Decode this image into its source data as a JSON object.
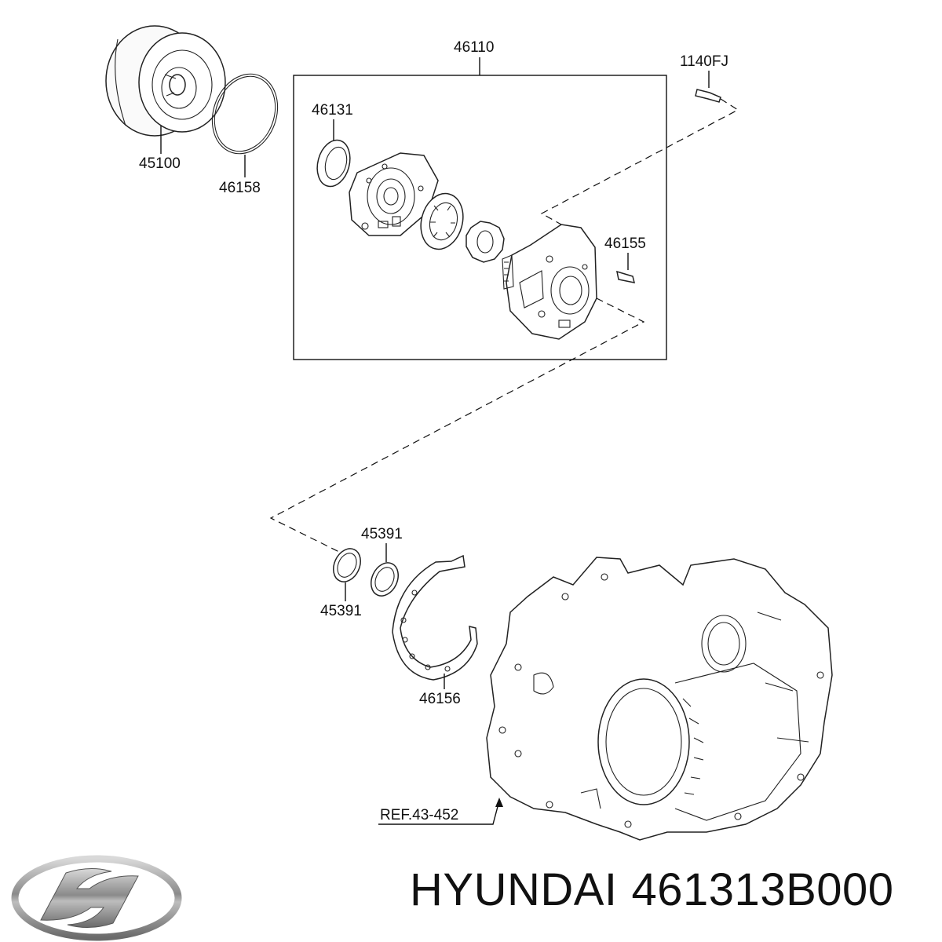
{
  "labels": {
    "assembly": "46110",
    "bolt": "1140FJ",
    "converter": "45100",
    "oring": "46158",
    "seal": "46131",
    "pin": "46155",
    "ring_top": "45391",
    "ring_bottom": "45391",
    "gasket": "46156",
    "reference": "REF.43-452"
  },
  "footer": {
    "brand": "HYUNDAI",
    "part_number": "461313B000"
  },
  "icons": {
    "logo": "hyundai-logo-icon"
  },
  "colors": {
    "line": "#111111",
    "background": "#ffffff"
  }
}
